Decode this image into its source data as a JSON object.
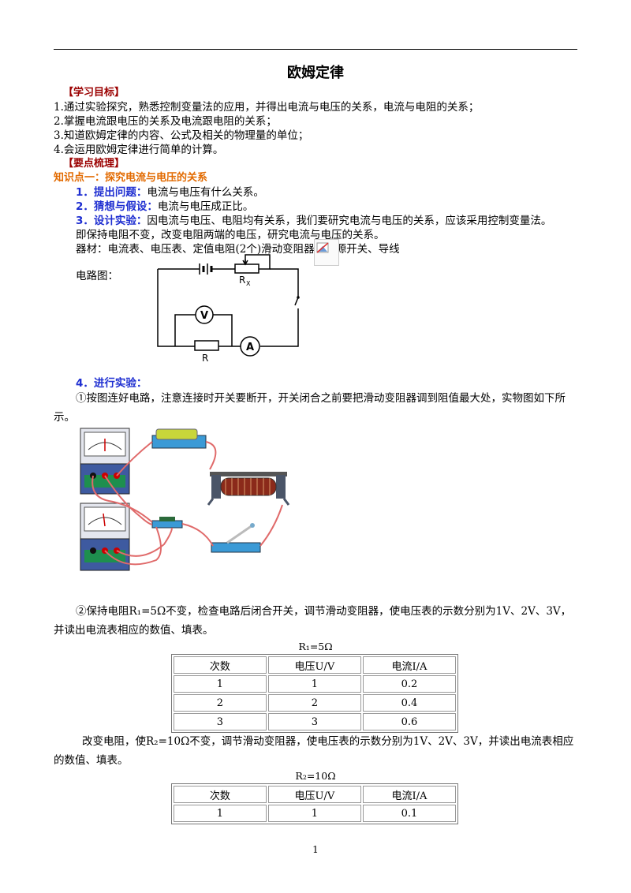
{
  "doc": {
    "title": "欧姆定律",
    "page_number": "1"
  },
  "goals": {
    "heading": "【学习目标】",
    "items": [
      "1.通过实验探究，熟悉控制变量法的应用，并得出电流与电压的关系，电流与电阻的关系；",
      "2.掌握电流跟电压的关系及电流跟电阻的关系；",
      "3.知道欧姆定律的内容、公式及相关的物理量的单位；",
      "4.会运用欧姆定律进行简单的计算。"
    ]
  },
  "points": {
    "heading": "【要点梳理】",
    "kp1": "知识点一：探究电流与电压的关系",
    "s1_label": "1．提出问题：",
    "s1_text": "电流与电压有什么关系。",
    "s2_label": "2．猜想与假设：",
    "s2_text": "电流与电压成正比。",
    "s3_label": "3．设计实验：",
    "s3_text": "因电流与电压、电阻均有关系，我们要研究电流与电压的关系，应该采用控制变量法。",
    "s3_line2": "即保持电阻不变，改变电阻两端的电压，研究电流与电压的关系。",
    "equipment": "器材：电流表、电压表、定值电阻(2个)滑动变阻器、电源开关、导线",
    "circuit_label": "电路图：",
    "rx_label": "R",
    "rx_sub": "X",
    "r_label": "R",
    "v_meter": "V",
    "a_meter": "A",
    "s4_label": "4．进行实验：",
    "step1": "①按图连好电路，注意连接时开关要断开，开关闭合之前要把滑动变阻器调到阻值最大处，实物图如下所示。",
    "step2": "②保持电阻R₁=5Ω不变，检查电路后闭合开关，调节滑动变阻器，使电压表的示数分别为1V、2V、3V，并读出电流表相应的数值、填表。",
    "step3": "改变电阻，使R₂=10Ω不变，调节滑动变阻器，使电压表的示数分别为1V、2V、3V，并读出电流表相应的数值、填表。"
  },
  "table1": {
    "caption": "R₁=5Ω",
    "headers": [
      "次数",
      "电压U/V",
      "电流I/A"
    ],
    "rows": [
      [
        "1",
        "1",
        "0.2"
      ],
      [
        "2",
        "2",
        "0.4"
      ],
      [
        "3",
        "3",
        "0.6"
      ]
    ]
  },
  "table2": {
    "caption": "R₂=10Ω",
    "headers": [
      "次数",
      "电压U/V",
      "电流I/A"
    ],
    "rows": [
      [
        "1",
        "1",
        "0.1"
      ]
    ]
  },
  "colors": {
    "section": "#9b0000",
    "knowledge_point": "#e26a00",
    "step_label": "#1f2fd1"
  }
}
